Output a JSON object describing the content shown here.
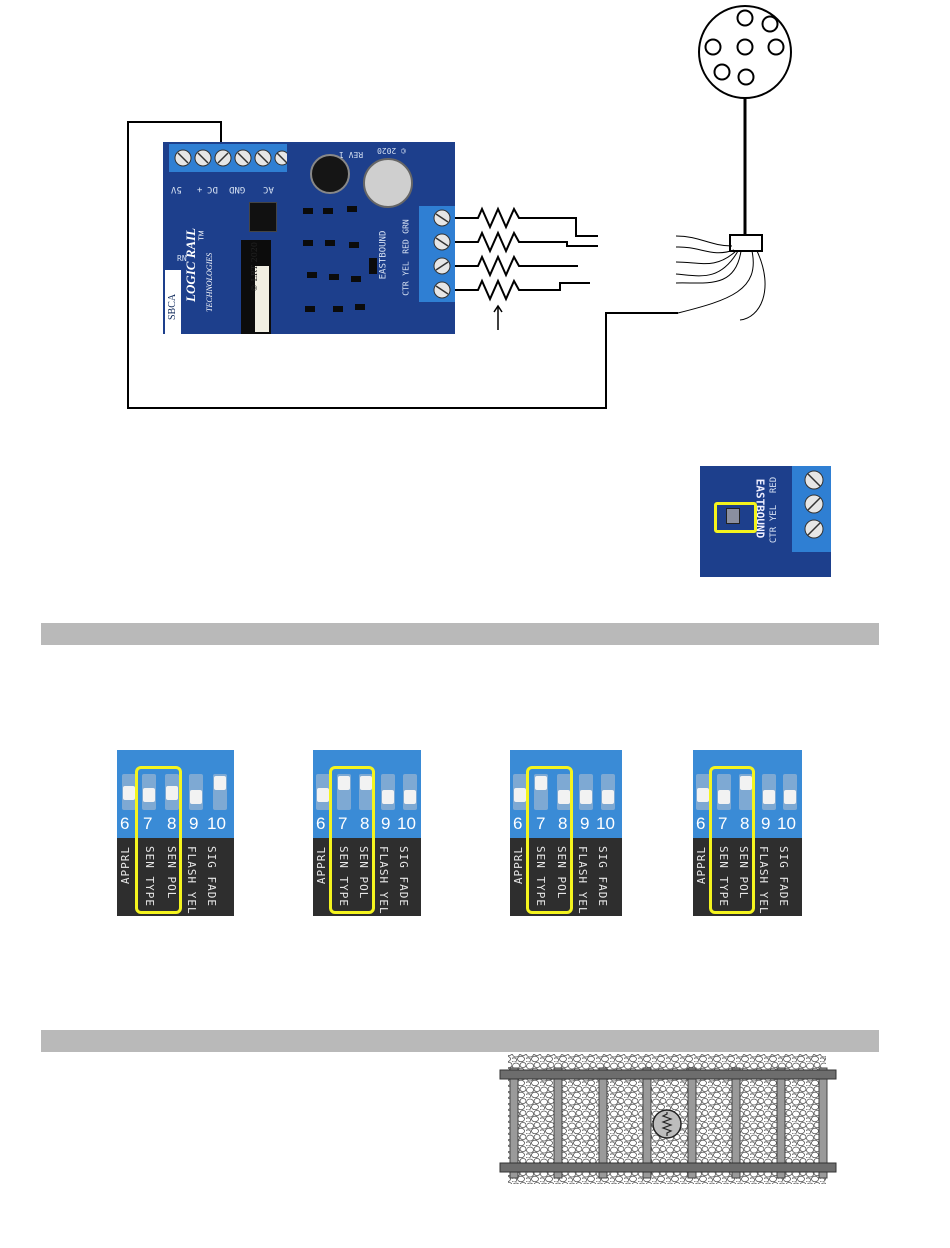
{
  "board": {
    "terminal_labels": [
      "5V",
      "+",
      "DC",
      "GND",
      "AC"
    ],
    "rev_label": "REV 1",
    "year_label": "© 2020",
    "signal_labels": [
      "CTR",
      "YEL",
      "RED",
      "GRN"
    ],
    "direction_label": "EASTBOUND",
    "brand_line1": "LOGIC RAIL",
    "brand_line2": "TECHNOLOGIES",
    "tm": "TM",
    "chip_label": "© LRT 2020",
    "sbca_label": "SBCA",
    "rn_label": "RN"
  },
  "inset": {
    "direction_label": "EASTBOUND",
    "signal_labels": [
      "CTR",
      "YEL",
      "RED"
    ]
  },
  "dip_photos": [
    {
      "nums": [
        "6",
        "7",
        "8",
        "9",
        "10"
      ],
      "labels": [
        "APPRL",
        "SEN TYPE",
        "SEN POL",
        "FLASH YEL",
        "SIG FADE"
      ]
    },
    {
      "nums": [
        "6",
        "7",
        "8",
        "9",
        "10"
      ],
      "labels": [
        "APPRL",
        "SEN TYPE",
        "SEN POL",
        "FLASH YEL",
        "SIG FADE"
      ]
    },
    {
      "nums": [
        "6",
        "7",
        "8",
        "9",
        "10"
      ],
      "labels": [
        "APPRL",
        "SEN TYPE",
        "SEN POL",
        "FLASH YEL",
        "SIG FADE"
      ]
    },
    {
      "nums": [
        "6",
        "7",
        "8",
        "9",
        "10"
      ],
      "labels": [
        "APPRL",
        "SEN TYPE",
        "SEN POL",
        "FLASH YEL",
        "SIG FADE"
      ]
    }
  ],
  "colors": {
    "pcb": "#1d3f8c",
    "terminal_blue": "#2f7fd3",
    "highlight": "#f4f41e",
    "section_bar": "#b9b9b9"
  },
  "icons": [
    "signal-connector-icon",
    "resistor-icon",
    "screw-icon",
    "photoresistor-icon"
  ]
}
